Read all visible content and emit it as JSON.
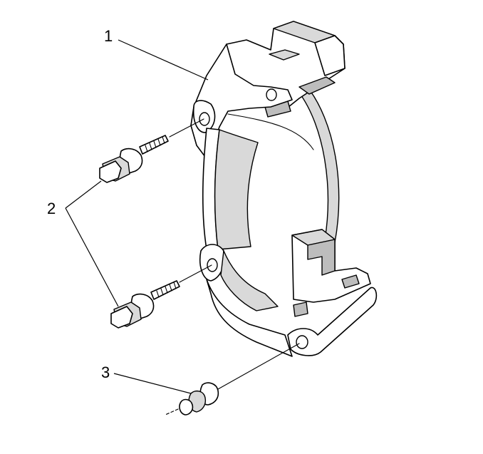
{
  "callouts": {
    "bracket": "1",
    "bolts": "2",
    "bleeder": "3"
  }
}
